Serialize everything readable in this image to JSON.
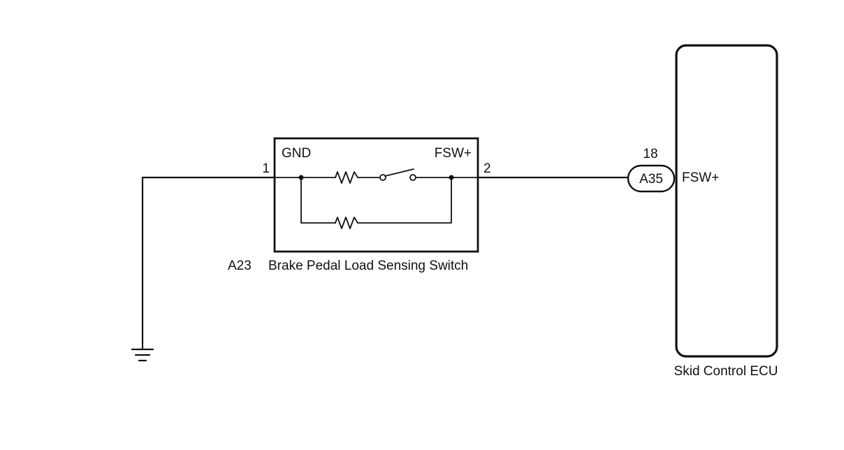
{
  "switch": {
    "code": "A23",
    "name": "Brake Pedal Load Sensing Switch",
    "pin_left": "1",
    "pin_right": "2",
    "label_left": "GND",
    "label_right": "FSW+"
  },
  "connector": {
    "code": "A35",
    "pin": "18"
  },
  "ecu": {
    "name": "Skid Control ECU",
    "terminal": "FSW+"
  }
}
